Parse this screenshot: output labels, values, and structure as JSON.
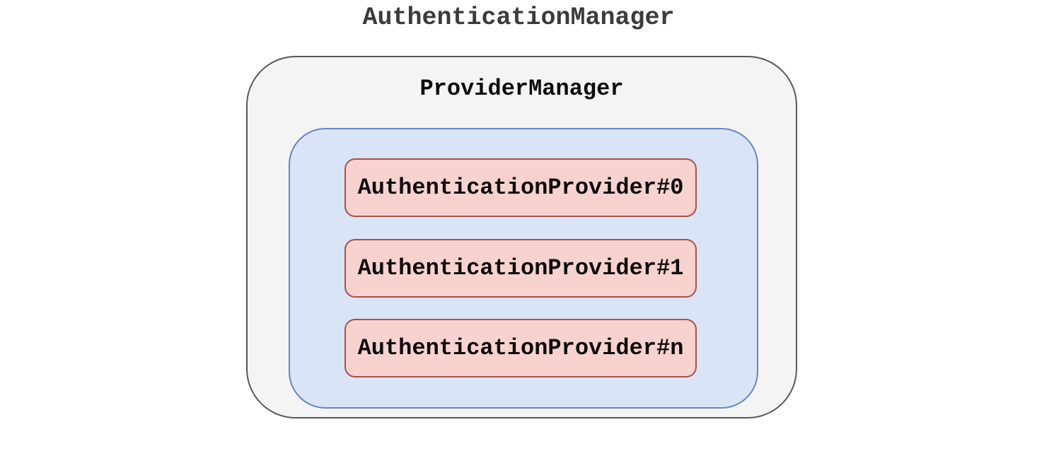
{
  "diagram": {
    "title": "AuthenticationManager",
    "provider_manager": {
      "label": "ProviderManager",
      "providers": [
        {
          "label": "AuthenticationProvider#0"
        },
        {
          "label": "AuthenticationProvider#1"
        },
        {
          "label": "AuthenticationProvider#n"
        }
      ]
    },
    "colors": {
      "background": "#ffffff",
      "title_text": "#3b3b3b",
      "label_text": "#0d0d0d",
      "outer_box_fill": "#f4f4f4",
      "outer_box_border": "#595959",
      "inner_box_fill": "#d9e4f7",
      "inner_box_border": "#6287c5",
      "provider_box_fill": "#f7d2ce",
      "provider_box_border": "#a85248"
    }
  }
}
